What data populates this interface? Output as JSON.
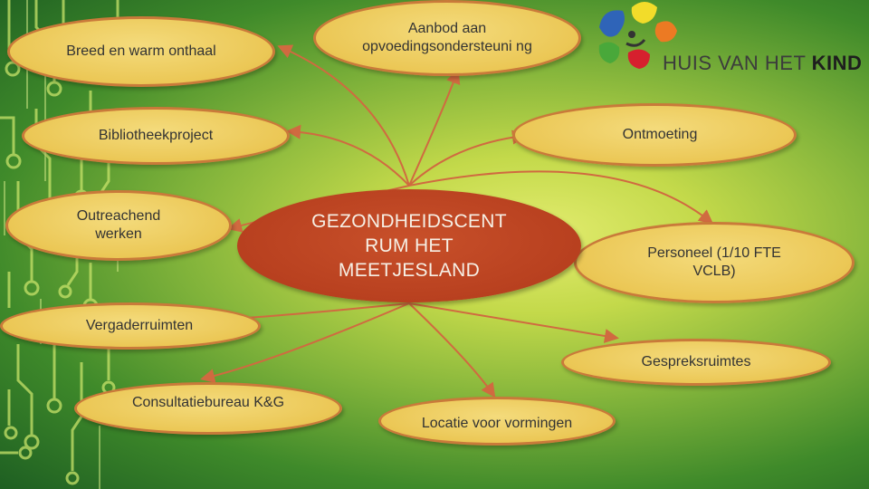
{
  "logo": {
    "name": "HUIS VAN HET KIND",
    "part1": "HUIS VAN HET",
    "part2": "KIND"
  },
  "center": {
    "label": "GEZONDHEIDSCENT RUM HET MEETJESLAND"
  },
  "nodes": {
    "breed": "Breed en warm onthaal",
    "aanbod": "Aanbod aan opvoedingsondersteuni ng",
    "bibliotheek": "Bibliotheekproject",
    "ontmoeting": "Ontmoeting",
    "outreachend": "Outreachend werken",
    "personeel": "Personeel (1/10  FTE VCLB)",
    "vergader": "Vergaderruimten",
    "gesprek": "Gespreksruimtes",
    "consultatie": "Consultatiebureau K&G",
    "locatie": "Locatie voor vormingen"
  },
  "colors": {
    "center_fill": "#b8401f",
    "bubble_fill": "#ebc755",
    "bubble_border": "#c97a3a",
    "connector": "#d06a40",
    "circuit": "#c8e36a"
  }
}
